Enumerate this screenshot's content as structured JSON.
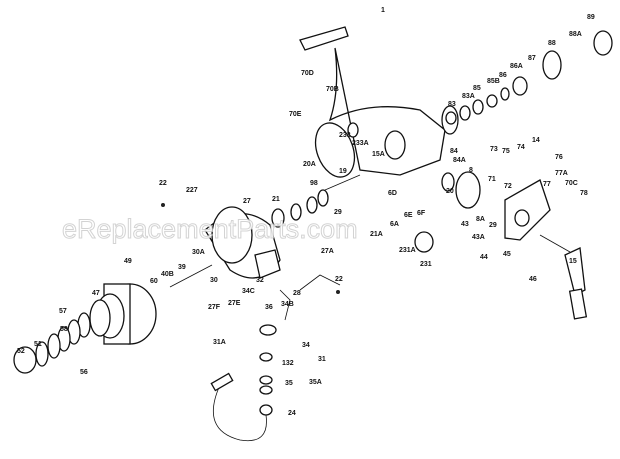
{
  "diagram": {
    "watermark": "eReplacementParts.com",
    "part_labels": [
      "1",
      "70D",
      "70B",
      "70E",
      "233",
      "233A",
      "15A",
      "83",
      "83A",
      "85",
      "85B",
      "86",
      "86A",
      "87",
      "88",
      "88A",
      "89",
      "84",
      "84A",
      "8",
      "20",
      "73",
      "75",
      "74",
      "14",
      "76",
      "77A",
      "77",
      "71",
      "72",
      "70C",
      "78",
      "20A",
      "98",
      "19",
      "21",
      "29",
      "22",
      "227",
      "27",
      "6D",
      "6E",
      "6F",
      "6A",
      "21A",
      "29",
      "8A",
      "43",
      "43A",
      "231A",
      "231",
      "44",
      "45",
      "15",
      "46",
      "30A",
      "49",
      "39",
      "40B",
      "60",
      "30",
      "27A",
      "22",
      "32",
      "34C",
      "34B",
      "28",
      "27F",
      "27E",
      "47",
      "57",
      "58",
      "51",
      "56",
      "52",
      "36",
      "34",
      "31",
      "31A",
      "132",
      "35",
      "35A",
      "24"
    ]
  }
}
